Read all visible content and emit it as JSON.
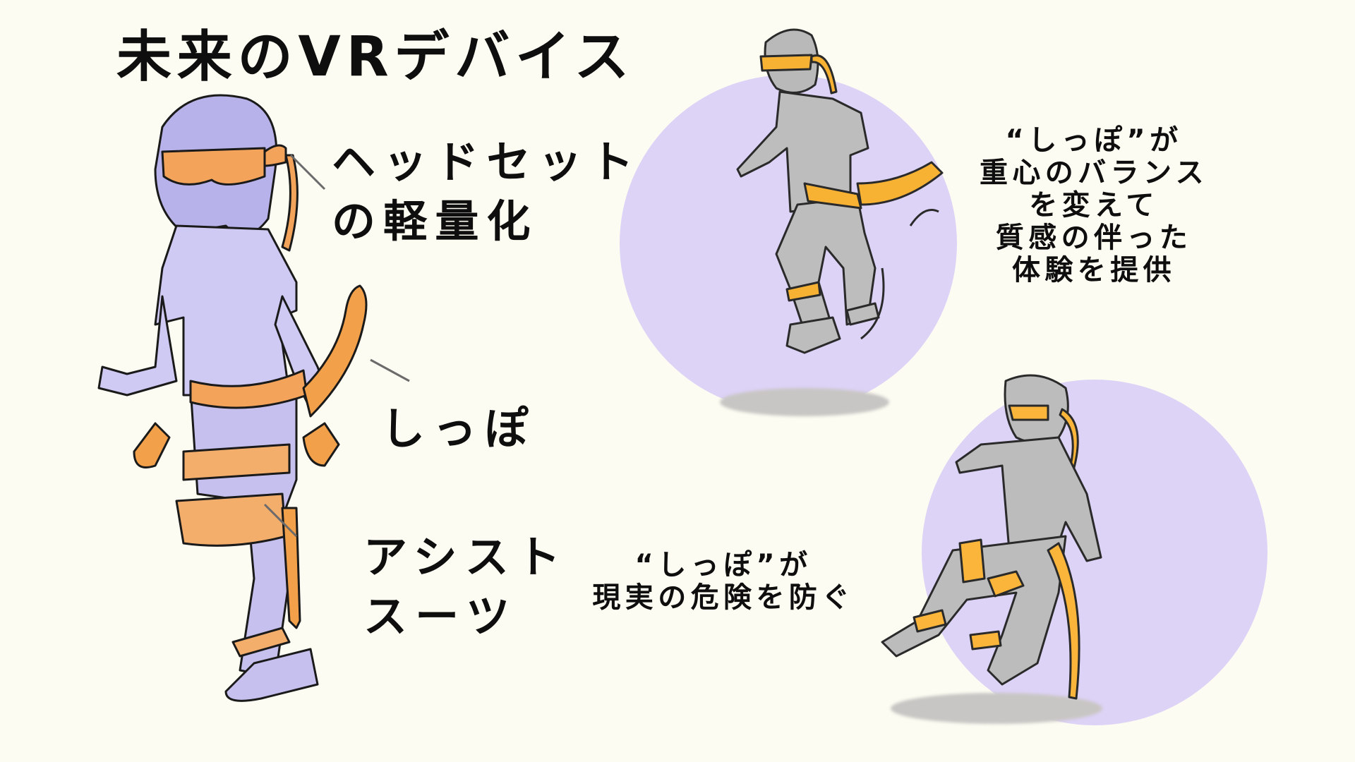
{
  "title": "未来のVRデバイス",
  "colors": {
    "background": "#fdfcf2",
    "circle_lavender": "#ddd3f7",
    "device_orange": "#f4a93a",
    "figure_purple": "#c9c4f0",
    "figure_gray": "#bdbdbd",
    "text": "#0e0e0e"
  },
  "left_figure": {
    "labels": {
      "headset": [
        "ヘッドセット",
        "の軽量化"
      ],
      "tail": "しっぽ",
      "assist_suit": [
        "アシスト",
        "スーツ"
      ]
    }
  },
  "top_right_scene": {
    "caption": [
      "“しっぽ”が",
      "重心のバランス",
      "を変えて",
      "質感の伴った",
      "体験を提供"
    ]
  },
  "bottom_right_scene": {
    "caption": [
      "“しっぽ”が",
      "現実の危険を防ぐ"
    ]
  }
}
